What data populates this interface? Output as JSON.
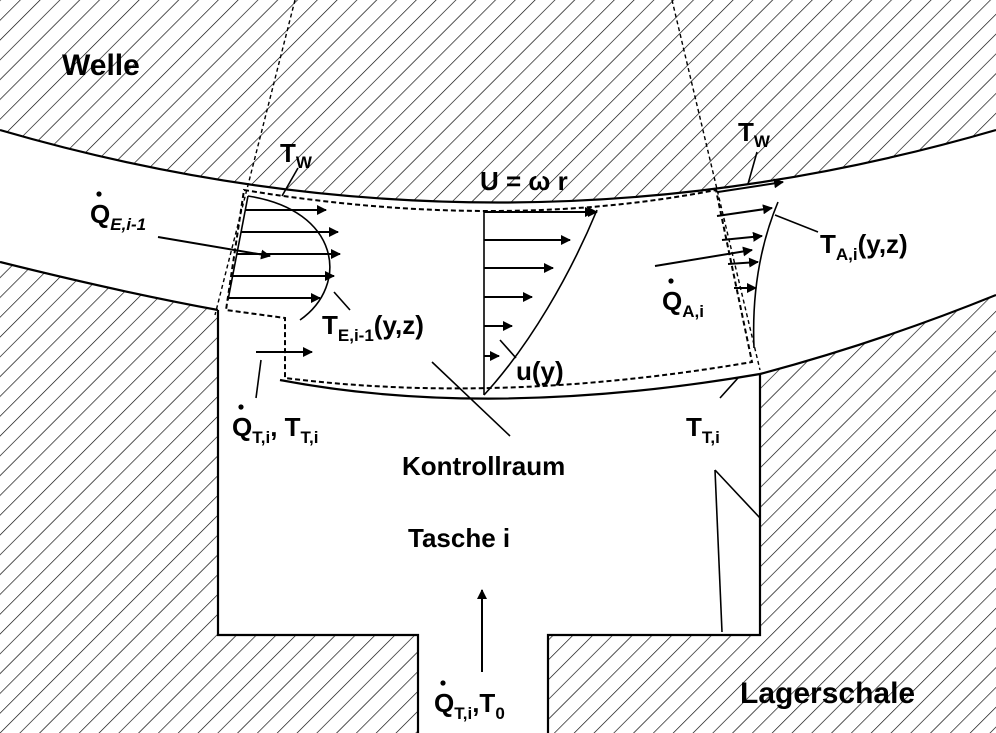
{
  "labels": {
    "shaft": "Welle",
    "bearing_shell": "Lagerschale",
    "control_volume": "Kontrollraum",
    "pocket": "Tasche i",
    "surface_speed": "U = ω r",
    "velocity_profile": "u(y)",
    "wall_temperature_left": {
      "main": "T",
      "sub": "W"
    },
    "wall_temperature_right": {
      "main": "T",
      "sub": "W"
    },
    "inlet_heat_flow": {
      "main": "Q",
      "sub": "E,i-1"
    },
    "inlet_temperature_field": {
      "main": "T",
      "sub": "E,i-1",
      "suffix": "(y,z)"
    },
    "outlet_heat_flow": {
      "main": "Q",
      "sub": "A,i"
    },
    "outlet_temperature_field": {
      "main": "T",
      "sub": "A,i",
      "suffix": "(y,z)"
    },
    "pocket_heat_flow": {
      "main": "Q",
      "sub": "T,i",
      "sep": ", ",
      "main2": "T",
      "sub2": "T,i"
    },
    "pocket_wall_temperature": {
      "main": "T",
      "sub": "T,i"
    },
    "supply_flow": {
      "main": "Q",
      "sub": "T,i",
      "sep": ",",
      "main2": "T",
      "sub2": "0"
    }
  }
}
